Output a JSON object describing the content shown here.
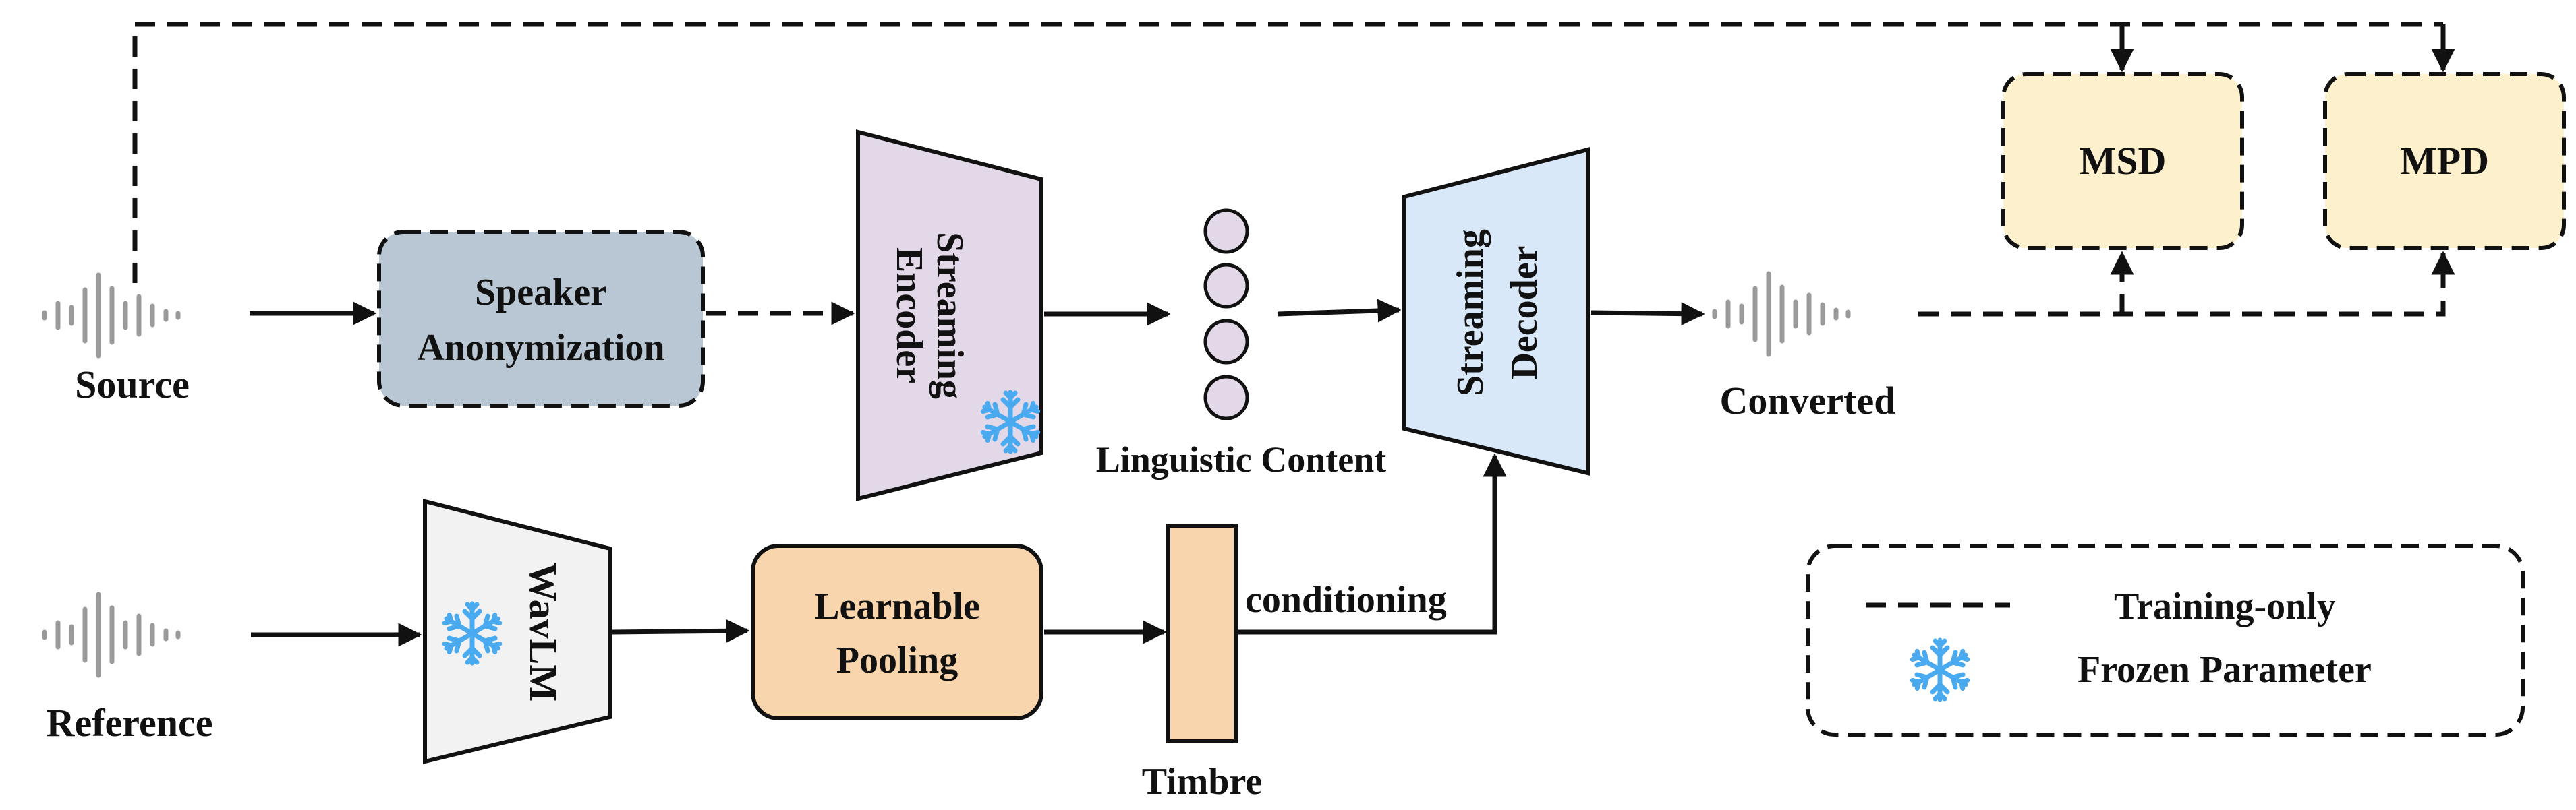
{
  "labels": {
    "source": "Source",
    "reference": "Reference",
    "converted": "Converted",
    "speaker_anonymization_line1": "Speaker",
    "speaker_anonymization_line2": "Anonymization",
    "streaming_encoder_line1": "Streaming",
    "streaming_encoder_line2": "Encoder",
    "linguistic_content": "Linguistic Content",
    "streaming_decoder_line1": "Streaming",
    "streaming_decoder_line2": "Decoder",
    "wavlm": "WavLM",
    "learnable_pooling_line1": "Learnable",
    "learnable_pooling_line2": "Pooling",
    "timbre": "Timbre",
    "conditioning": "conditioning",
    "msd": "MSD",
    "mpd": "MPD"
  },
  "legend": {
    "training_only": "Training-only",
    "frozen_parameter": "Frozen Parameter"
  },
  "colors": {
    "speaker_anonymization_fill": "#b8c7d3",
    "streaming_encoder_fill": "#e3d8e8",
    "linguistic_token_fill": "#e3d8e8",
    "streaming_decoder_fill": "#d9e8f8",
    "wavlm_fill": "#f2f2f2",
    "learnable_pooling_fill": "#f8d5ad",
    "timbre_fill": "#f8d5ad",
    "discriminator_fill": "#fdf0cc",
    "waveform_gray": "#9a9a9a",
    "snowflake_blue": "#4aaaf0"
  },
  "icons": {
    "frozen": "snowflake-icon",
    "audio": "waveform-icon"
  }
}
